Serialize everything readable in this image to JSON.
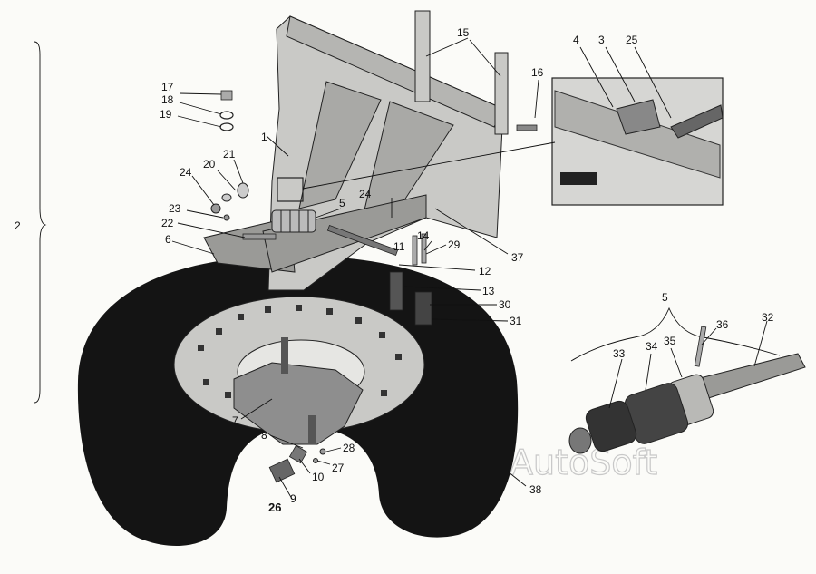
{
  "diagram": {
    "assembly_brace_label": "2",
    "subassembly_label": "5",
    "watermark": "AutoSoft",
    "callouts": [
      {
        "id": "1",
        "text": "1"
      },
      {
        "id": "2",
        "text": "2"
      },
      {
        "id": "3",
        "text": "3"
      },
      {
        "id": "4",
        "text": "4"
      },
      {
        "id": "5a",
        "text": "5"
      },
      {
        "id": "6",
        "text": "6"
      },
      {
        "id": "7",
        "text": "7"
      },
      {
        "id": "8",
        "text": "8"
      },
      {
        "id": "9",
        "text": "9"
      },
      {
        "id": "10",
        "text": "10"
      },
      {
        "id": "11",
        "text": "11"
      },
      {
        "id": "12",
        "text": "12"
      },
      {
        "id": "13",
        "text": "13"
      },
      {
        "id": "14",
        "text": "14"
      },
      {
        "id": "15",
        "text": "15"
      },
      {
        "id": "16",
        "text": "16"
      },
      {
        "id": "17",
        "text": "17"
      },
      {
        "id": "18",
        "text": "18"
      },
      {
        "id": "19",
        "text": "19"
      },
      {
        "id": "20",
        "text": "20"
      },
      {
        "id": "21",
        "text": "21"
      },
      {
        "id": "22",
        "text": "22"
      },
      {
        "id": "23",
        "text": "23"
      },
      {
        "id": "24a",
        "text": "24"
      },
      {
        "id": "24b",
        "text": "24"
      },
      {
        "id": "25",
        "text": "25"
      },
      {
        "id": "26",
        "text": "26"
      },
      {
        "id": "27",
        "text": "27"
      },
      {
        "id": "28",
        "text": "28"
      },
      {
        "id": "29",
        "text": "29"
      },
      {
        "id": "30",
        "text": "30"
      },
      {
        "id": "31",
        "text": "31"
      },
      {
        "id": "32",
        "text": "32"
      },
      {
        "id": "33",
        "text": "33"
      },
      {
        "id": "34",
        "text": "34"
      },
      {
        "id": "35",
        "text": "35"
      },
      {
        "id": "36",
        "text": "36"
      },
      {
        "id": "37",
        "text": "37"
      },
      {
        "id": "38",
        "text": "38"
      }
    ]
  }
}
